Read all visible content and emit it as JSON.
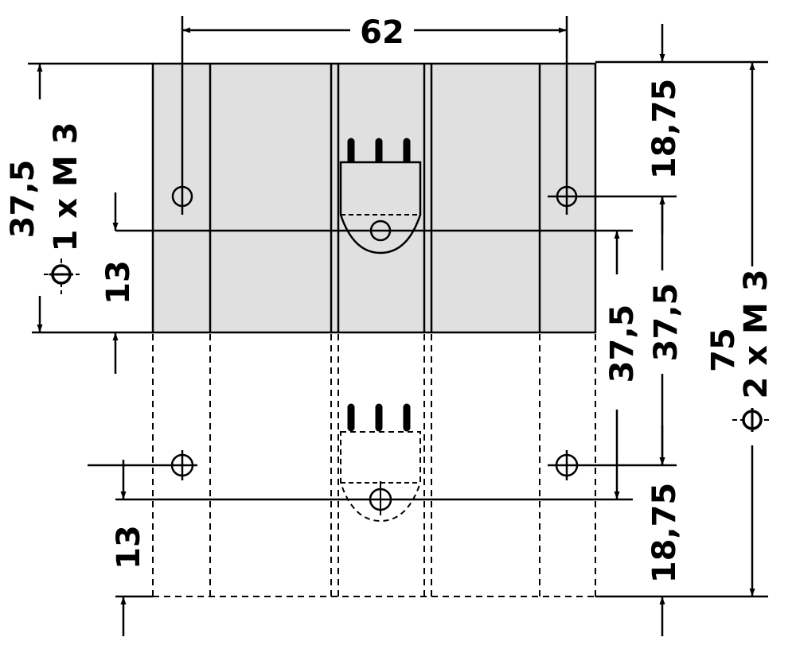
{
  "diagram": {
    "colors": {
      "background": "#ffffff",
      "heatsink_fill": "#e0e0e0",
      "line": "#000000"
    },
    "labels": {
      "width_62": "62",
      "left_37_5": "37,5",
      "left_thread": "1 x M 3",
      "left_13_top": "13",
      "left_13_bottom": "13",
      "right_18_75_top": "18,75",
      "right_37_5_inner": "37,5",
      "right_37_5_outer": "37,5",
      "right_75": "75",
      "right_thread": "2 x M 3",
      "right_18_75_bottom": "18,75"
    }
  }
}
